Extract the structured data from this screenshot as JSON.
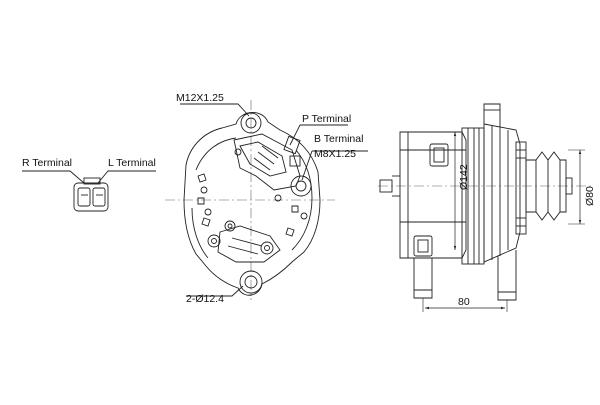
{
  "labels": {
    "r_terminal": "R Terminal",
    "l_terminal": "L Terminal",
    "m12": "M12X1.25",
    "p_terminal": "P Terminal",
    "b_terminal": "B Terminal",
    "m8": "M8X1.25",
    "holes": "2-Ø12.4",
    "dia142": "Ø142",
    "dia80": "Ø80",
    "dim80": "80"
  },
  "colors": {
    "line": "#222222",
    "centerline": "#555555",
    "background": "#ffffff"
  }
}
